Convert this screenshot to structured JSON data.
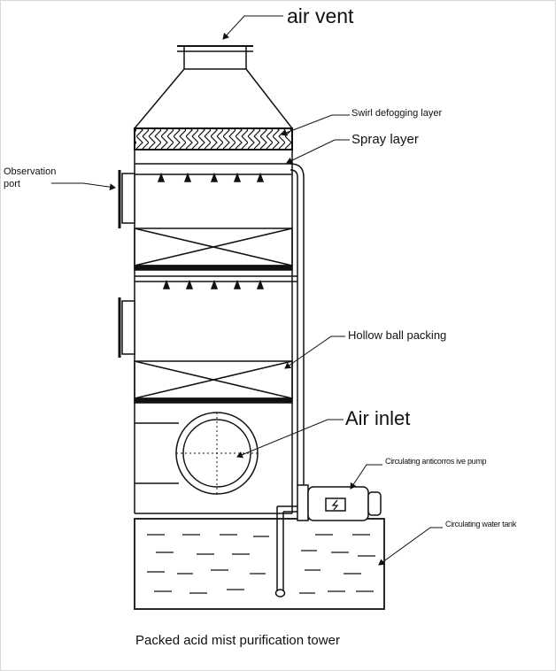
{
  "labels": {
    "air_vent": "air vent",
    "swirl": "Swirl defogging layer",
    "spray": "Spray layer",
    "observation": "Observation port",
    "hollow": "Hollow ball packing",
    "air_inlet": "Air inlet",
    "pump": "Circulating anticorros ive pump",
    "tank": "Circulating water tank"
  },
  "caption": "Packed acid mist purification tower",
  "colors": {
    "line": "#111111",
    "background": "#ffffff"
  },
  "pump_icon": "lightning-bolt-icon"
}
